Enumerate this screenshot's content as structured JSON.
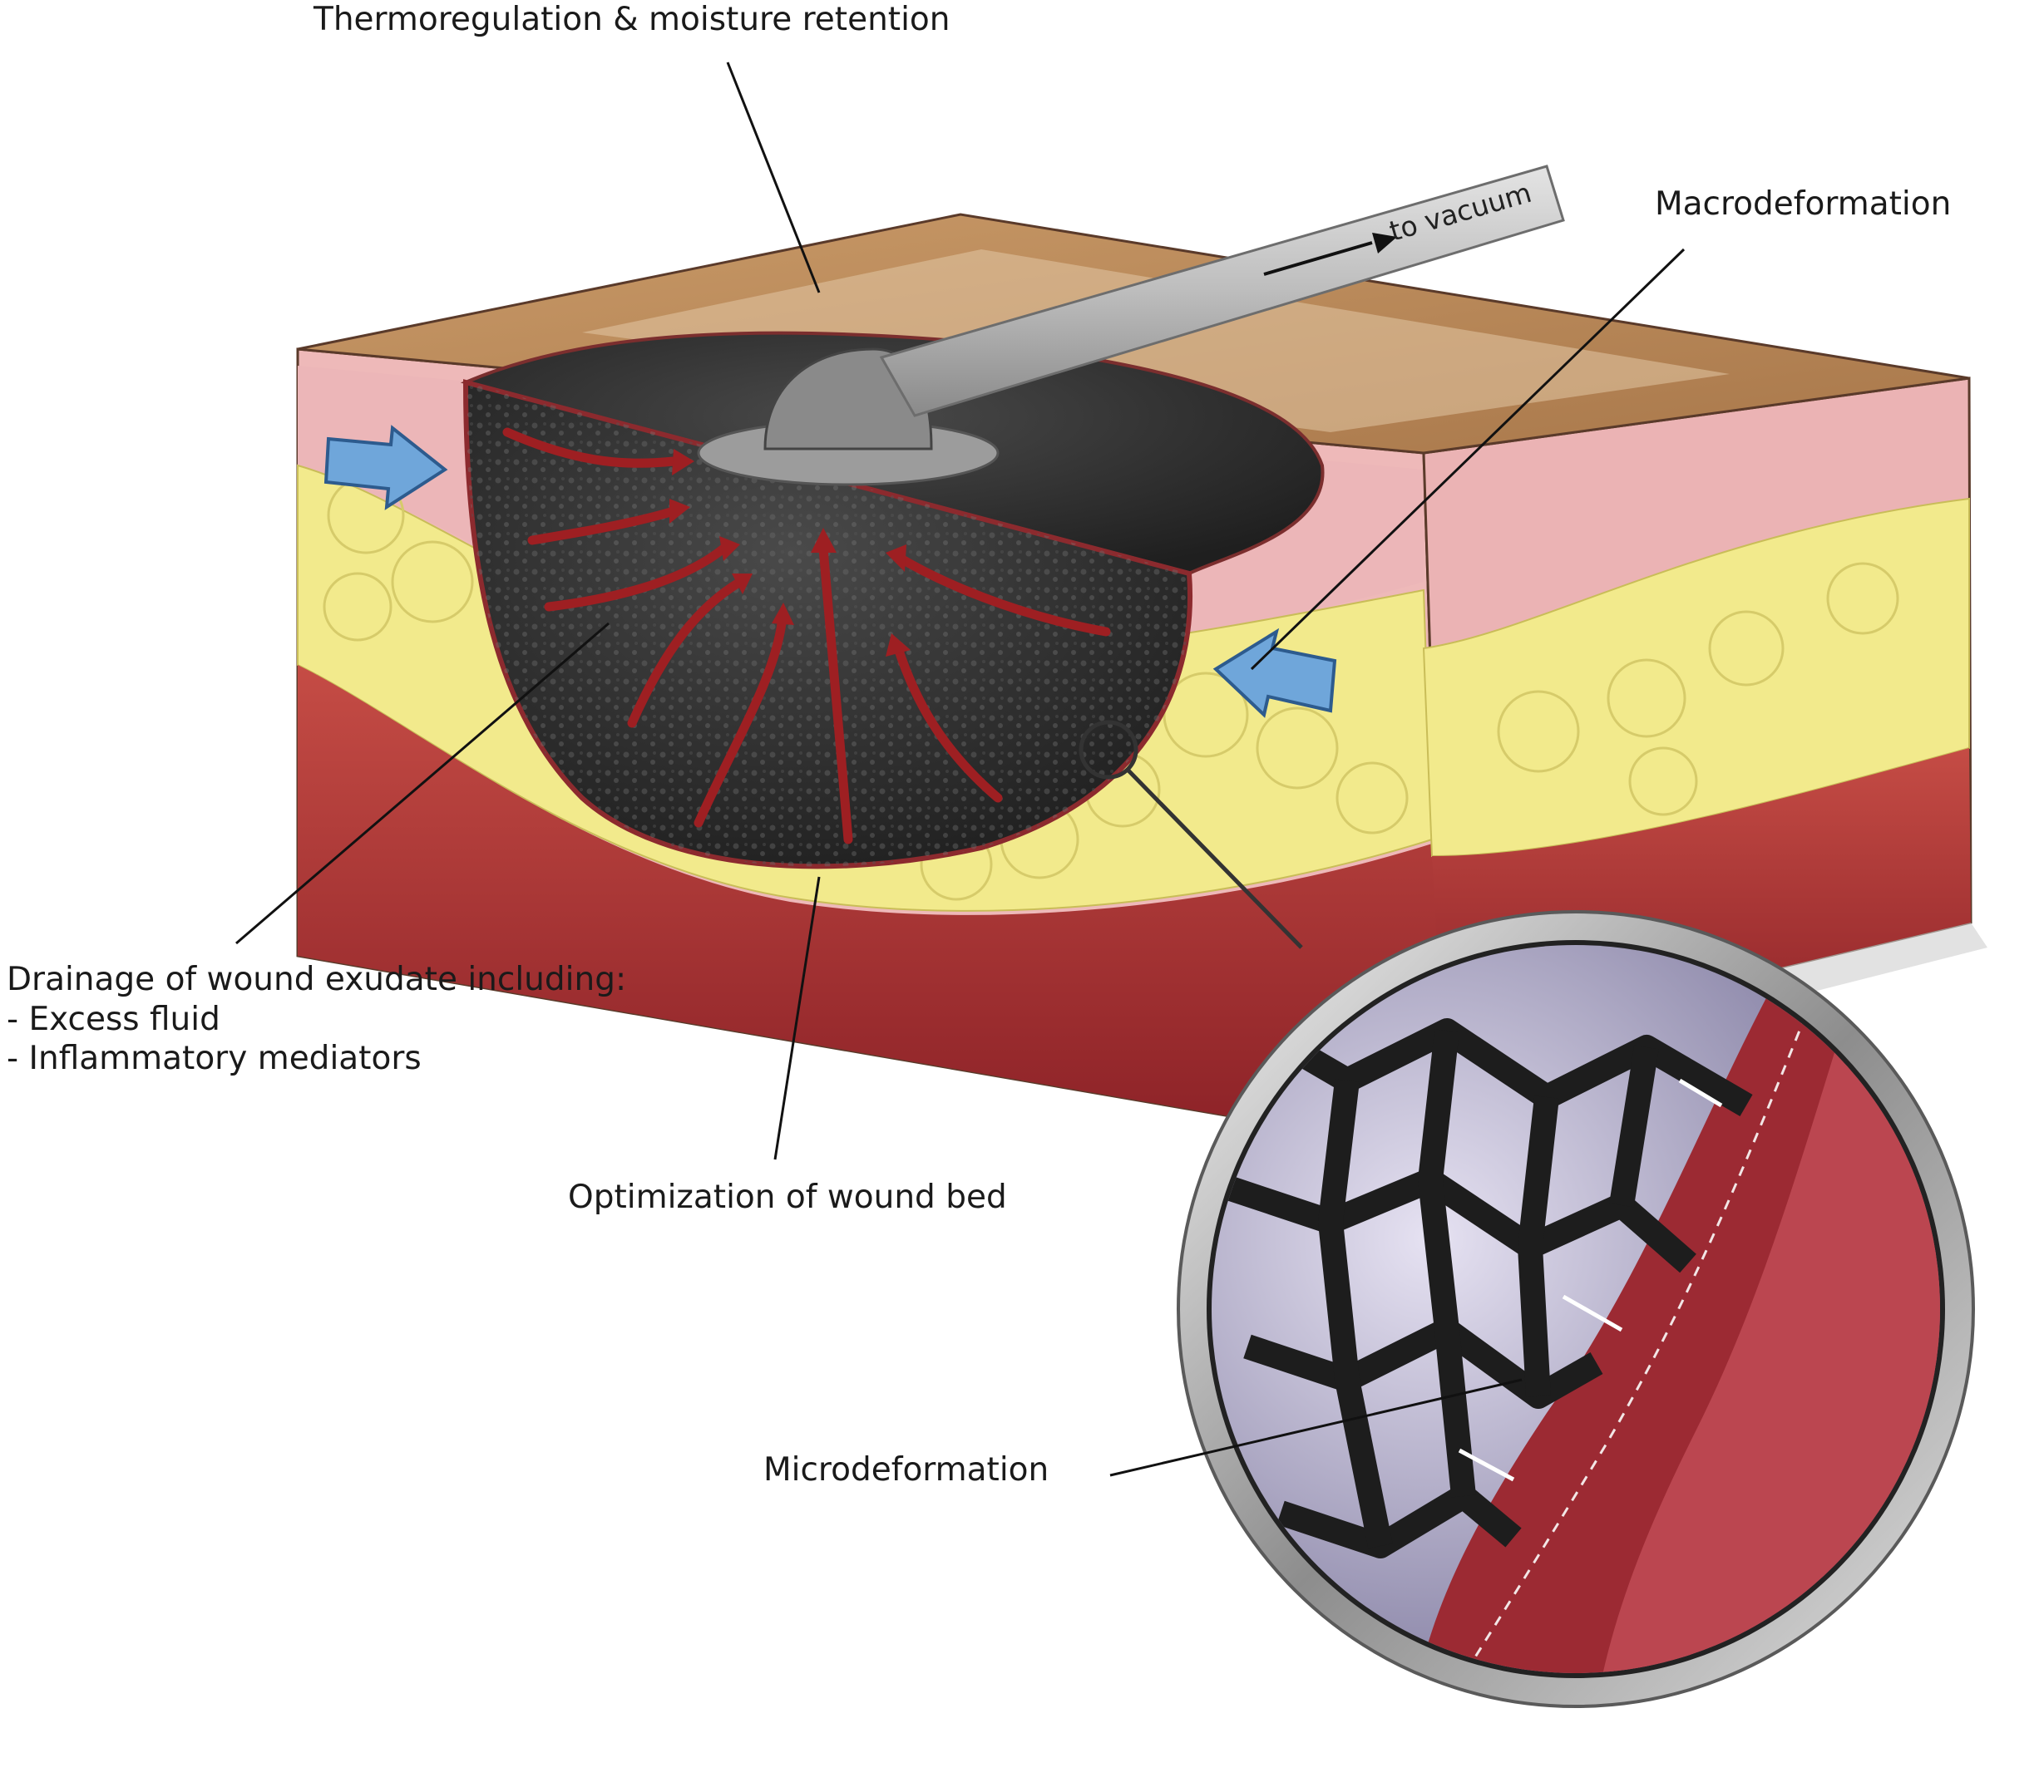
{
  "labels": {
    "thermoregulation": "Thermoregulation & moisture retention",
    "macrodeformation": "Macrodeformation",
    "drainage_title": "Drainage of wound exudate including:",
    "drainage_items": [
      "- Excess fluid",
      "- Inflammatory mediators"
    ],
    "optimization": "Optimization of wound bed",
    "microdeformation": "Microdeformation",
    "to_vacuum": "to vacuum"
  },
  "colors": {
    "skin_top": "#b98a5c",
    "skin_side": "#bd8355",
    "dermis": "#eab4b6",
    "fat": "#f3ec8e",
    "muscle": "#b33a3a",
    "foam": "#343434",
    "flow_arrow": "#9e1f22",
    "pressure_arrow": "#6fa6da",
    "tube": "#b8b8b8",
    "lens_ring": "#9a9a9a"
  }
}
